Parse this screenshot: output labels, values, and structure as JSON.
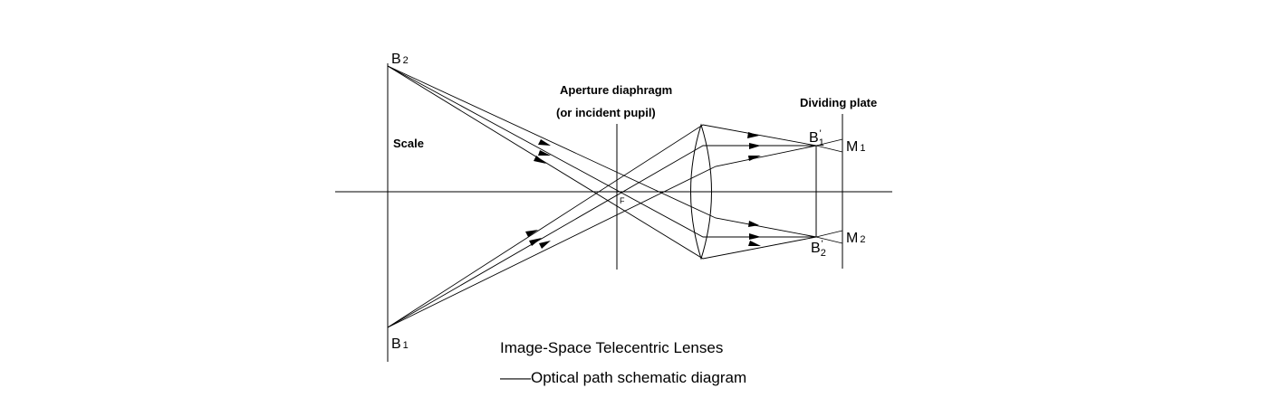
{
  "labels": {
    "scale": "Scale",
    "aperture_line1": "Aperture diaphragm",
    "aperture_line2": "(or incident pupil)",
    "dividing_plate": "Dividing plate",
    "focus": "F"
  },
  "points": {
    "b2": {
      "letter": "B",
      "sub": "2"
    },
    "b1": {
      "letter": "B",
      "sub": "1"
    },
    "b1_prime": {
      "letter": "B",
      "mark": "'",
      "sub": "1"
    },
    "b2_prime": {
      "letter": "B",
      "mark": "'",
      "sub": "2"
    },
    "m1": {
      "letter": "M",
      "sub": "1"
    },
    "m2": {
      "letter": "M",
      "sub": "2"
    }
  },
  "caption": {
    "line1": "Image-Space Telecentric Lenses",
    "line2": "——Optical path schematic diagram"
  }
}
